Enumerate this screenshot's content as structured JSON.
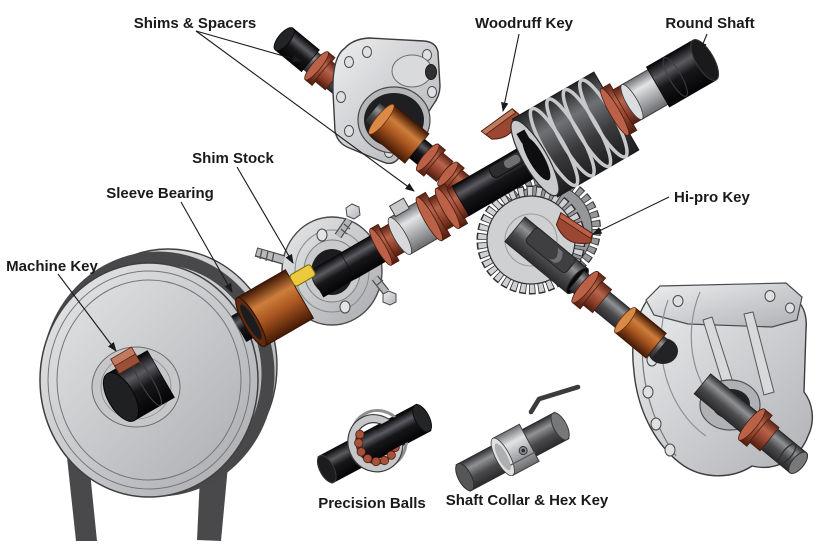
{
  "figure": {
    "labels": {
      "shims_spacers": "Shims & Spacers",
      "woodruff_key": "Woodruff Key",
      "round_shaft": "Round Shaft",
      "shim_stock": "Shim Stock",
      "sleeve_bearing": "Sleeve Bearing",
      "machine_key": "Machine Key",
      "hi_pro_key": "Hi-pro Key",
      "precision_balls": "Precision Balls",
      "shaft_collar_hex_key": "Shaft Collar & Hex Key"
    },
    "callouts": [
      {
        "label": "Shims & Spacers",
        "points_to": "brown shim rings on both shafts (two arrows)"
      },
      {
        "label": "Woodruff Key",
        "points_to": "half-moon key above keyway slot"
      },
      {
        "label": "Round Shaft",
        "points_to": "black shaft end, upper right"
      },
      {
        "label": "Shim Stock",
        "points_to": "yellow shim at flange bearing bore"
      },
      {
        "label": "Sleeve Bearing",
        "points_to": "copper sleeve on pulley shaft"
      },
      {
        "label": "Machine Key",
        "points_to": "key on pulley hub"
      },
      {
        "label": "Hi-pro Key",
        "points_to": "curved key above gear shaft keyway"
      },
      {
        "label": "Precision Balls",
        "points_to": "ball bearing on black shaft (caption)"
      },
      {
        "label": "Shaft Collar & Hex Key",
        "points_to": "collar on gray shaft with hex key (caption)"
      }
    ],
    "colors": {
      "background": "#ffffff",
      "label_text": "#1a1a1a",
      "leader_line": "#1a1a1a",
      "metal_light": "#cdced0",
      "shaft_black": "#111113",
      "shaft_gray": "#6a6b6e",
      "copper_bushing": "#b05c24",
      "shim_ring_brown": "#a8543c",
      "shim_stock_yellow": "#ecc93d",
      "belt_dark": "#4a4a4c"
    }
  }
}
